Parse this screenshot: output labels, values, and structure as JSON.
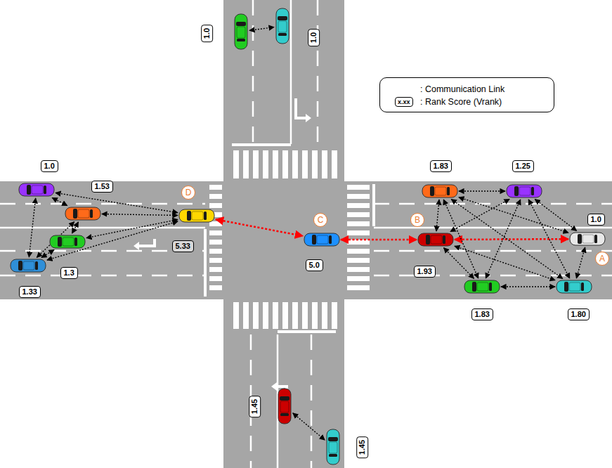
{
  "diagram": {
    "nodes": [
      {
        "text": [
          "1.0"
        ]
      },
      {
        "text": [
          "1.0"
        ]
      },
      {
        "text": [
          "1.0"
        ]
      },
      {
        "text": [
          "1.83"
        ]
      },
      {
        "text": [
          "1.25"
        ]
      },
      {
        "text": [
          "1.53"
        ]
      },
      {
        "text": [
          "5.33"
        ]
      },
      {
        "text": [
          "1.3"
        ]
      },
      {
        "text": [
          "5.0"
        ]
      },
      {
        "text": [
          "1.93"
        ]
      },
      {
        "text": [
          "1.0"
        ]
      },
      {
        "text": [
          "1.33"
        ]
      },
      {
        "text": [
          "1.83"
        ]
      },
      {
        "text": [
          "1.80"
        ]
      },
      {
        "text": [
          "1.45"
        ]
      },
      {
        "text": [
          "1.45"
        ]
      }
    ],
    "edges": [
      {
        "from": 0,
        "to": 1,
        "arrow": "both"
      },
      {
        "from": 2,
        "to": 5,
        "arrow": "both"
      },
      {
        "from": 2,
        "to": 11,
        "arrow": "both"
      },
      {
        "from": 2,
        "to": 6,
        "arrow": "both"
      },
      {
        "from": 5,
        "to": 6,
        "arrow": "both"
      },
      {
        "from": 5,
        "to": 7,
        "arrow": "both"
      },
      {
        "from": 5,
        "to": 11,
        "arrow": "both"
      },
      {
        "from": 7,
        "to": 6,
        "arrow": "both"
      },
      {
        "from": 7,
        "to": 11,
        "arrow": "both"
      },
      {
        "from": 11,
        "to": 6,
        "arrow": "both"
      },
      {
        "from": 6,
        "to": 8,
        "arrow": "both"
      },
      {
        "from": 8,
        "to": 9,
        "arrow": "both"
      },
      {
        "from": 9,
        "to": 10,
        "arrow": "both"
      },
      {
        "from": 3,
        "to": 4,
        "arrow": "both"
      },
      {
        "from": 3,
        "to": 9,
        "arrow": "both"
      },
      {
        "from": 3,
        "to": 12,
        "arrow": "both"
      },
      {
        "from": 3,
        "to": 13,
        "arrow": "both"
      },
      {
        "from": 3,
        "to": 10,
        "arrow": "both"
      },
      {
        "from": 4,
        "to": 9,
        "arrow": "both"
      },
      {
        "from": 4,
        "to": 12,
        "arrow": "both"
      },
      {
        "from": 4,
        "to": 10,
        "arrow": "both"
      },
      {
        "from": 4,
        "to": 13,
        "arrow": "both"
      },
      {
        "from": 9,
        "to": 12,
        "arrow": "both"
      },
      {
        "from": 9,
        "to": 13,
        "arrow": "both"
      },
      {
        "from": 12,
        "to": 13,
        "arrow": "both"
      },
      {
        "from": 10,
        "to": 13,
        "arrow": "both"
      },
      {
        "from": 14,
        "to": 15,
        "arrow": "both"
      }
    ],
    "labels": [
      "A",
      "B",
      "C",
      "D",
      "x.xx"
    ],
    "legend": [
      {
        "text": ": Communication Link"
      },
      {
        "text": ": Rank Score (Vrank)"
      }
    ]
  }
}
